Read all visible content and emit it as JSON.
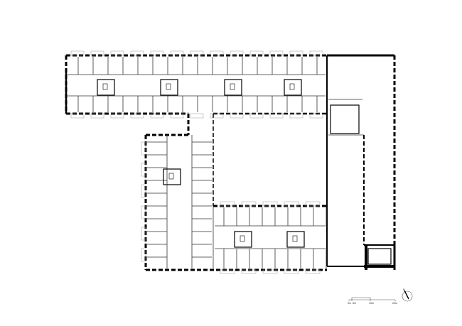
{
  "drawing": {
    "type": "floor-plan",
    "colors": {
      "wall": "#000000",
      "line": "#555555",
      "background": "#ffffff"
    }
  },
  "scale_bar": {
    "labels": [
      "0m",
      "5m",
      "10m",
      "20m"
    ]
  },
  "north_arrow": {
    "label": "N",
    "icon": "north-arrow-icon"
  }
}
